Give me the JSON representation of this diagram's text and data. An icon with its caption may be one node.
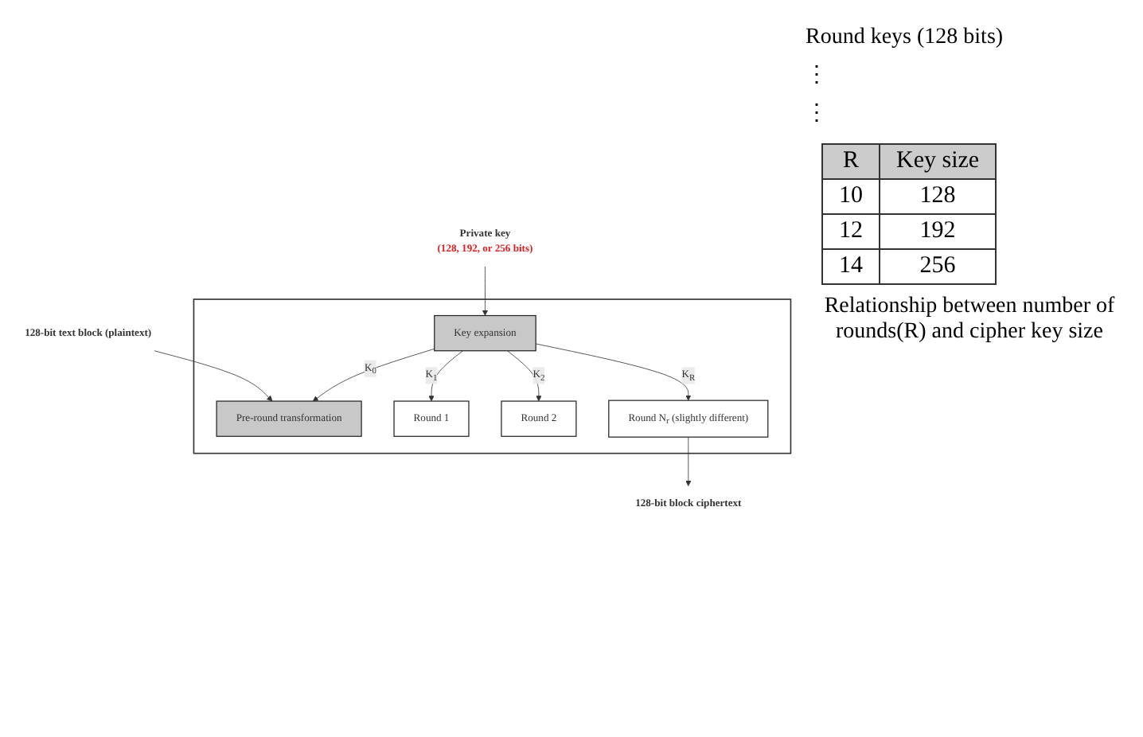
{
  "diagram": {
    "nodes": [
      {
        "text": [
          "128-bit text block (plaintext)"
        ]
      },
      {
        "text": [],
        "shape": "box"
      },
      {
        "text": [
          "Pre-round transformation"
        ],
        "in": 1
      },
      {
        "text": [
          "Round 1"
        ],
        "in": 1
      },
      {
        "text": [
          "Round 2"
        ],
        "in": 1
      },
      {
        "text": [
          "Round N$_{r}$ (slightly different)"
        ],
        "in": 1
      },
      {
        "text": [
          "Key expansion"
        ],
        "in": 1
      },
      {
        "text": [
          "Private key",
          "(128, 192, or 256 bits)"
        ]
      },
      {
        "text": [
          "128-bit block ciphertext"
        ]
      }
    ],
    "edges": [
      {
        "from": 0,
        "to": 2,
        "arrow": "to"
      },
      {
        "from": 6,
        "to": 2,
        "arrow": "to",
        "label": "K$_{0}$"
      },
      {
        "from": 6,
        "to": 3,
        "arrow": "to",
        "label": "K$_{1}$"
      },
      {
        "from": 6,
        "to": 4,
        "arrow": "to",
        "label": "K$_{2}$"
      },
      {
        "from": 6,
        "to": 5,
        "arrow": "to",
        "label": "K$_{R}$"
      },
      {
        "from": 7,
        "to": 6,
        "arrow": "to"
      },
      {
        "from": 5,
        "to": 8,
        "arrow": "to"
      }
    ],
    "labels": [
      "Round keys (128 bits)",
      "⋮",
      "⋮",
      "R",
      "Key size",
      "10",
      "128",
      "12",
      "192",
      "14",
      "256",
      "Relationship between number of rounds(R) and cipher key size"
    ]
  }
}
